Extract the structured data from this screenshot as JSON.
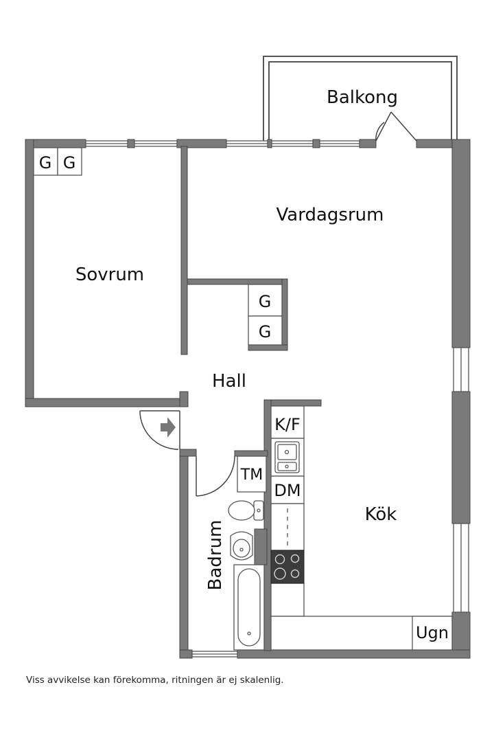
{
  "rooms": {
    "balcony": "Balkong",
    "living_room": "Vardagsrum",
    "bedroom": "Sovrum",
    "hall": "Hall",
    "kitchen": "Kök",
    "bathroom": "Badrum"
  },
  "fixtures": {
    "wardrobe": "G",
    "fridge_freezer": "K/F",
    "washing_machine": "TM",
    "dishwasher": "DM",
    "oven": "Ugn"
  },
  "icons": {
    "entrance": "arrow-right-icon"
  },
  "colors": {
    "wall": "#7a7a7a",
    "stove": "#3c3c3c"
  },
  "disclaimer": "Viss avvikelse kan förekomma, ritningen är ej skalenlig."
}
